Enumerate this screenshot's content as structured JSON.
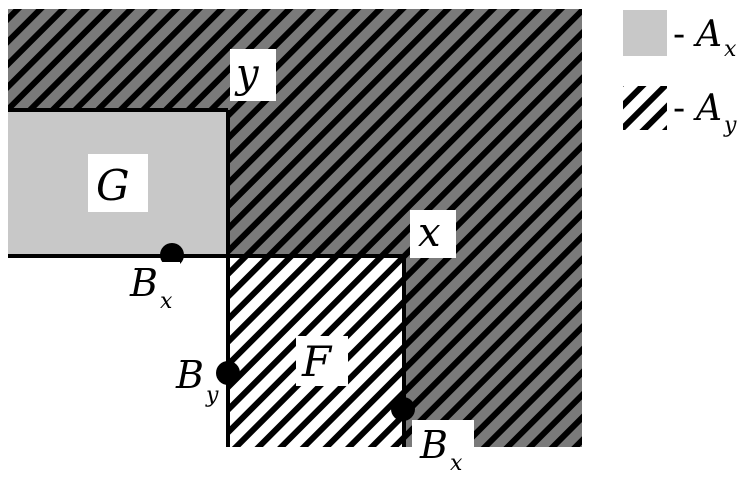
{
  "colors": {
    "dark_hatch_bg": "#7a7a7a",
    "light_hatch_bg": "#ffffff",
    "solid_gray": "#c8c8c8",
    "ink": "#000000",
    "label_bg": "#ffffff"
  },
  "labels": {
    "y": "y",
    "x": "x",
    "G": "G",
    "F": "F",
    "B": "B",
    "sub_x": "x",
    "sub_y": "y"
  },
  "legend": {
    "items": [
      {
        "dash": "-",
        "letter": "A",
        "sub": "x",
        "swatch": "solid-gray"
      },
      {
        "dash": "-",
        "letter": "A",
        "sub": "y",
        "swatch": "hatched"
      }
    ]
  }
}
